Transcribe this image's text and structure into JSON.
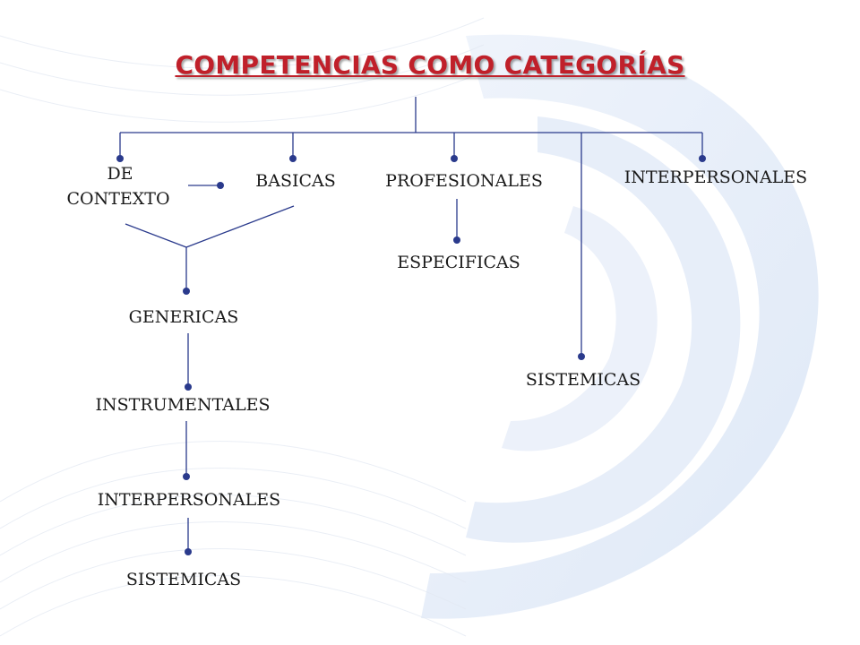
{
  "slide": {
    "title": "COMPETENCIAS COMO CATEGORÍAS",
    "nodes": {
      "de_contexto_line1": "DE",
      "de_contexto_line2": "CONTEXTO",
      "basicas": "BASICAS",
      "profesionales": "PROFESIONALES",
      "interpersonales_top": "INTERPERSONALES",
      "especificas": "ESPECIFICAS",
      "genericas": "GENERICAS",
      "sistemicas_right": "SISTEMICAS",
      "instrumentales": "INSTRUMENTALES",
      "interpersonales_bottom": "INTERPERSONALES",
      "sistemicas_bottom": "SISTEMICAS"
    }
  },
  "colors": {
    "title": "#c0202a",
    "connector": "#2a3a8c",
    "text": "#1a1a1a"
  }
}
